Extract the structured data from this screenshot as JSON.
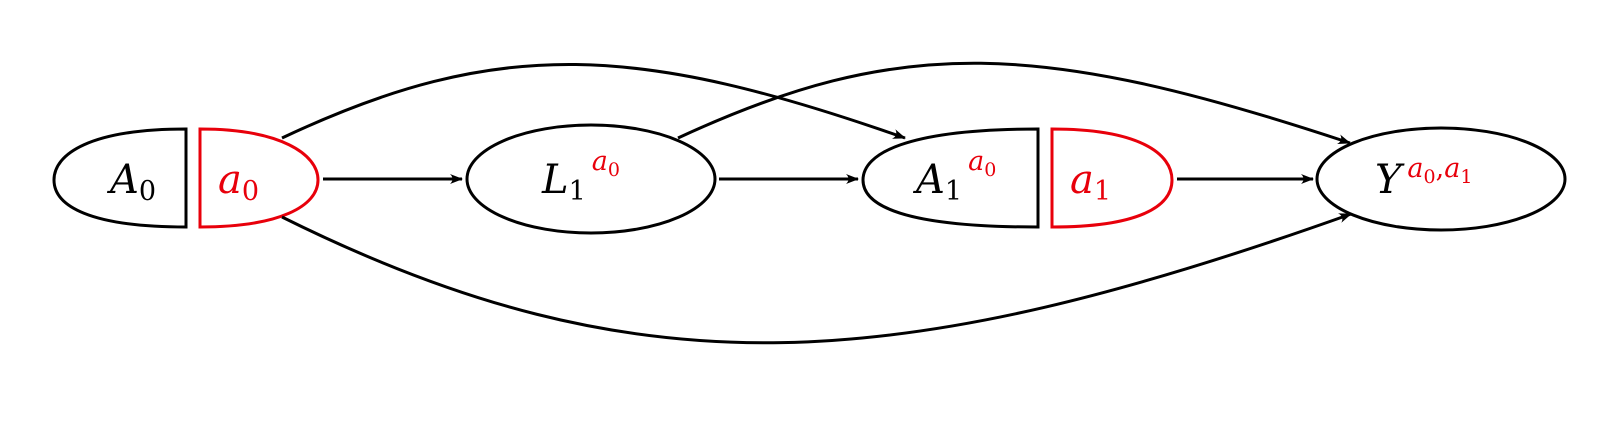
{
  "colors": {
    "stroke": "#000000",
    "intervention": "#e8000b",
    "background": "#ffffff"
  },
  "nodes": {
    "a0_natural": {
      "base": "A",
      "sub": "0"
    },
    "a0_intervened": {
      "base": "a",
      "sub": "0"
    },
    "l1": {
      "base": "L",
      "sub": "1",
      "sup_base": "a",
      "sup_sub": "0"
    },
    "a1_natural": {
      "base": "A",
      "sub": "1",
      "sup_base": "a",
      "sup_sub": "0"
    },
    "a1_intervened": {
      "base": "a",
      "sub": "1"
    },
    "y": {
      "base": "Y",
      "sup_base1": "a",
      "sup_sub1": "0",
      "sup_sep": ",",
      "sup_base2": "a",
      "sup_sub2": "1"
    }
  },
  "edges": [
    {
      "from": "a0",
      "to": "l1"
    },
    {
      "from": "l1",
      "to": "a1"
    },
    {
      "from": "a1",
      "to": "y"
    },
    {
      "from": "a0",
      "to": "a1"
    },
    {
      "from": "l1",
      "to": "y"
    },
    {
      "from": "a0",
      "to": "y"
    }
  ]
}
